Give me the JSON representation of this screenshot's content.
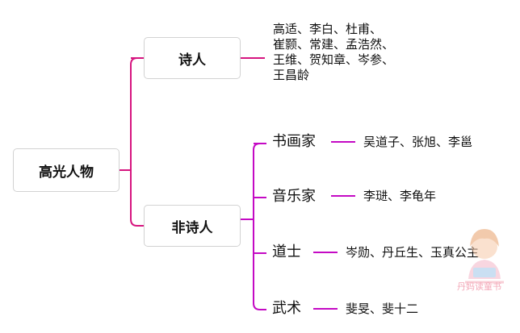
{
  "root": {
    "label": "高光人物"
  },
  "branches": {
    "poets": {
      "label": "诗人",
      "names": [
        "高适、李白、杜甫、",
        "崔颢、常建、孟浩然、",
        "王维、贺知章、岑参、",
        "王昌龄"
      ]
    },
    "non_poets": {
      "label": "非诗人",
      "children": [
        {
          "label": "书画家",
          "names": "吴道子、张旭、李邕"
        },
        {
          "label": "音乐家",
          "names": "李琎、李龟年"
        },
        {
          "label": "道士",
          "names": "岑勋、丹丘生、玉真公主"
        },
        {
          "label": "武术",
          "names": "斐旻、斐十二"
        }
      ]
    }
  },
  "watermark": {
    "text": "丹妈读童书"
  },
  "colors": {
    "connector": "#d6157f",
    "accent_magenta": "#c40ac4",
    "box_border": "#d2d2d2",
    "watermark": "#f3a8b8"
  }
}
